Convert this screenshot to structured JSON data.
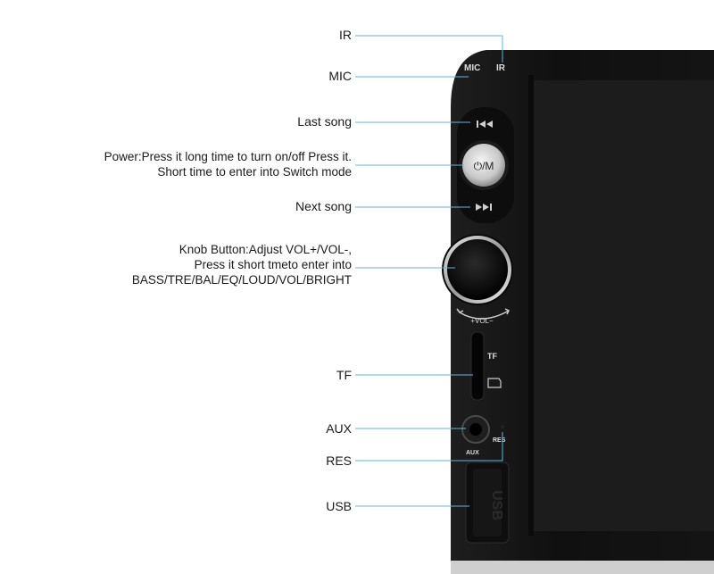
{
  "callouts": {
    "ir": "IR",
    "mic": "MIC",
    "last_song": "Last song",
    "power_line1": "Power:Press it long time to turn on/off Press it.",
    "power_line2": "Short time to enter into Switch mode",
    "next_song": "Next song",
    "knob_line1": "Knob Button:Adjust VOL+/VOL-,",
    "knob_line2": "Press it short tmeto enter into",
    "knob_line3": "BASS/TRE/BAL/EQ/LOUD/VOL/BRIGHT",
    "tf": "TF",
    "aux": "AUX",
    "res": "RES",
    "usb": "USB"
  },
  "device_labels": {
    "mic": "MIC",
    "ir": "IR",
    "power_button": "⏻/M",
    "vol_arc": "+VOL−",
    "tf": "TF",
    "aux": "AUX",
    "res": "RES",
    "usb": "USB"
  },
  "icons": {
    "last_song": "prev-track-icon",
    "next_song": "next-track-icon",
    "power": "power-icon",
    "sd_card": "sd-card-icon"
  },
  "colors": {
    "leader_line": "#5fb6df",
    "panel": "#121212",
    "screen": "#1c1c1c"
  }
}
